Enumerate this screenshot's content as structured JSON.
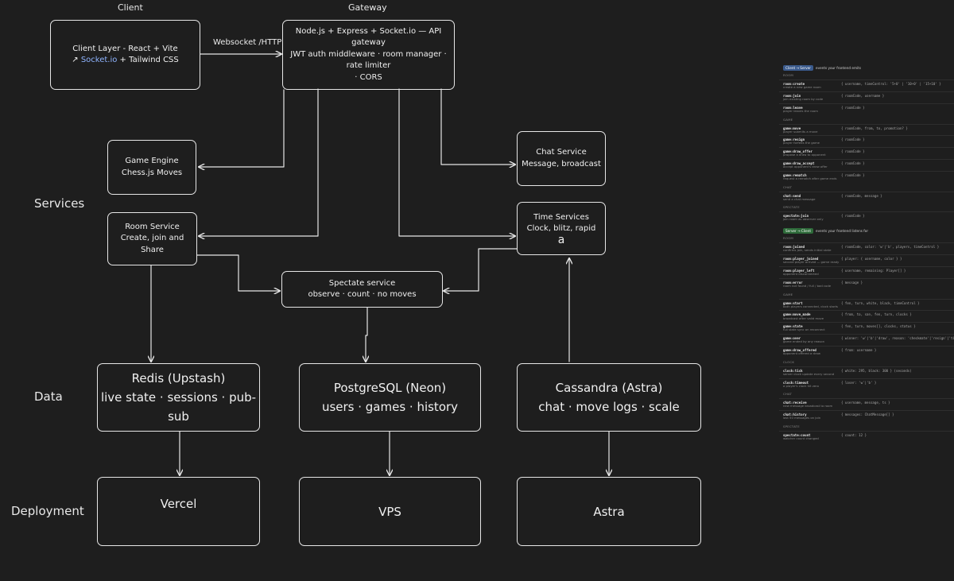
{
  "headers": {
    "client": "Client",
    "gateway": "Gateway"
  },
  "rows": {
    "services": "Services",
    "data": "Data",
    "deployment": "Deployment"
  },
  "nodes": {
    "client_layer": {
      "line1": "Client Layer  - React + Vite",
      "link_glyph": "↗",
      "link_text": "Socket.io",
      "line2_rest": " +  Tailwind CSS"
    },
    "gateway": {
      "line1": "Node.js + Express + Socket.io — API gateway",
      "line2": "JWT auth middleware · room manager · rate limiter",
      "line3": "· CORS"
    },
    "game_engine": {
      "line1": "Game Engine",
      "line2": "Chess.js Moves"
    },
    "chat_service": {
      "line1": "Chat Service",
      "line2": "Message, broadcast"
    },
    "room_service": {
      "line1": "Room Service",
      "line2": "Create, join and Share"
    },
    "time_services": {
      "line1": "Time Services",
      "line2": "Clock, blitz, rapid",
      "line3": "a"
    },
    "spectate_service": {
      "line1": "Spectate service",
      "line2": "observe · count · no moves"
    },
    "redis": {
      "line1": "Redis (Upstash)",
      "line2": "live state · sessions · pub-sub"
    },
    "postgres": {
      "line1": "PostgreSQL (Neon)",
      "line2": "users · games · history"
    },
    "cassandra": {
      "line1": "Cassandra (Astra)",
      "line2": "chat · move logs · scale"
    },
    "vercel": {
      "label": "Vercel"
    },
    "vps": {
      "label": "VPS"
    },
    "astra": {
      "label": "Astra"
    }
  },
  "edges": {
    "client_gateway": "Websocket /HTTP"
  },
  "panel": {
    "client_to_server": {
      "pill": "Client → Server",
      "title": "events your frontend emits",
      "groups": [
        {
          "name": "ROOM",
          "events": [
            {
              "name": "room:create",
              "desc": "create a new game room",
              "payload": "{ username, timeControl: '5+0' | '10+0' | '15+10' }"
            },
            {
              "name": "room:join",
              "desc": "join existing room by code",
              "payload": "{ roomCode, username }"
            },
            {
              "name": "room:leave",
              "desc": "player leaves the room",
              "payload": "{ roomCode }"
            }
          ]
        },
        {
          "name": "GAME",
          "events": [
            {
              "name": "game:move",
              "desc": "player submits a move",
              "payload": "{ roomCode, from, to, promotion? }"
            },
            {
              "name": "game:resign",
              "desc": "player forfeits the game",
              "payload": "{ roomCode }"
            },
            {
              "name": "game:draw_offer",
              "desc": "propose a draw to opponent",
              "payload": "{ roomCode }"
            },
            {
              "name": "game:draw_accept",
              "desc": "accept opponent's draw offer",
              "payload": "{ roomCode }"
            },
            {
              "name": "game:rematch",
              "desc": "request a rematch after game ends",
              "payload": "{ roomCode }"
            }
          ]
        },
        {
          "name": "CHAT",
          "events": [
            {
              "name": "chat:send",
              "desc": "send a chat message",
              "payload": "{ roomCode, message }"
            }
          ]
        },
        {
          "name": "SPECTATE",
          "events": [
            {
              "name": "spectate:join",
              "desc": "join room as observer only",
              "payload": "{ roomCode }"
            }
          ]
        }
      ]
    },
    "server_to_client": {
      "pill": "Server → Client",
      "title": "events your frontend listens for",
      "groups": [
        {
          "name": "ROOM",
          "events": [
            {
              "name": "room:joined",
              "desc": "confirms join, sends initial state",
              "payload": "{ roomCode, color: 'w'|'b', players, timeControl }"
            },
            {
              "name": "room:player_joined",
              "desc": "second player arrived — game ready",
              "payload": "{ player: { username, color } }"
            },
            {
              "name": "room:player_left",
              "desc": "opponent disconnected",
              "payload": "{ username, remaining: Player[] }"
            },
            {
              "name": "room:error",
              "desc": "room not found / full / bad code",
              "payload": "{ message }"
            }
          ]
        },
        {
          "name": "GAME",
          "events": [
            {
              "name": "game:start",
              "desc": "both players connected, clock starts",
              "payload": "{ fen, turn, white, black, timeControl }"
            },
            {
              "name": "game:move_made",
              "desc": "broadcast after valid move",
              "payload": "{ from, to, san, fen, turn, clocks }"
            },
            {
              "name": "game:state",
              "desc": "full state sync on reconnect",
              "payload": "{ fen, turn, moves[], clocks, status }"
            },
            {
              "name": "game:over",
              "desc": "game ended by any reason",
              "payload": "{ winner: 'w'|'b'|'draw', reason: 'checkmate'|'resign'|'timeout'|'draw' }"
            },
            {
              "name": "game:draw_offered",
              "desc": "opponent offered a draw",
              "payload": "{ from: username }"
            }
          ]
        },
        {
          "name": "CLOCK",
          "events": [
            {
              "name": "clock:tick",
              "desc": "server clock update every second",
              "payload": "{ white: 295, black: 300 } (seconds)"
            },
            {
              "name": "clock:timeout",
              "desc": "a player's clock hit zero",
              "payload": "{ loser: 'w'|'b' }"
            }
          ]
        },
        {
          "name": "CHAT",
          "events": [
            {
              "name": "chat:receive",
              "desc": "new message broadcast to room",
              "payload": "{ username, message, ts }"
            },
            {
              "name": "chat:history",
              "desc": "last 50 messages on join",
              "payload": "{ messages: ChatMessage[] }"
            }
          ]
        },
        {
          "name": "SPECTATE",
          "events": [
            {
              "name": "spectate:count",
              "desc": "watcher count changed",
              "payload": "{ count: 12 }"
            }
          ]
        }
      ]
    }
  }
}
